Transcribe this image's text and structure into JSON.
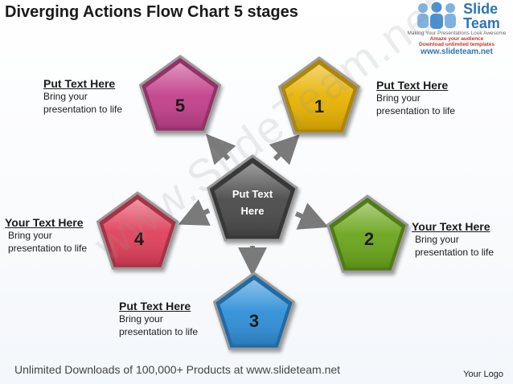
{
  "title": "Diverging Actions Flow Chart 5 stages",
  "logo": {
    "brand_line1": "Slide",
    "brand_line2": "Team",
    "tagline": "Making Your Presentations Look Awesome",
    "promo1": "Amaze your audience",
    "promo2": "Download unlimited templates",
    "url": "www.slideteam.net"
  },
  "watermark": "www.SlideTeam.net",
  "center": {
    "line1": "Put Text",
    "line2": "Here",
    "color": "#4a4a4a"
  },
  "stages": [
    {
      "number": "1",
      "color": "#e8b200",
      "heading": "Put Text Here",
      "body1": "Bring your",
      "body2": "presentation to life"
    },
    {
      "number": "2",
      "color": "#6aa51b",
      "heading": "Your Text Here",
      "body1": "Bring your",
      "body2": "presentation to life"
    },
    {
      "number": "3",
      "color": "#2f8fd8",
      "heading": "Put Text Here",
      "body1": "Bring your",
      "body2": "presentation to life"
    },
    {
      "number": "4",
      "color": "#e0405a",
      "heading": "Your Text Here",
      "body1": "Bring your",
      "body2": "presentation to life"
    },
    {
      "number": "5",
      "color": "#c2408a",
      "heading": "Put Text Here",
      "body1": "Bring your",
      "body2": "presentation to life"
    }
  ],
  "footer": "Unlimited Downloads of 100,000+ Products at www.slideteam.net",
  "your_logo": "Your Logo"
}
